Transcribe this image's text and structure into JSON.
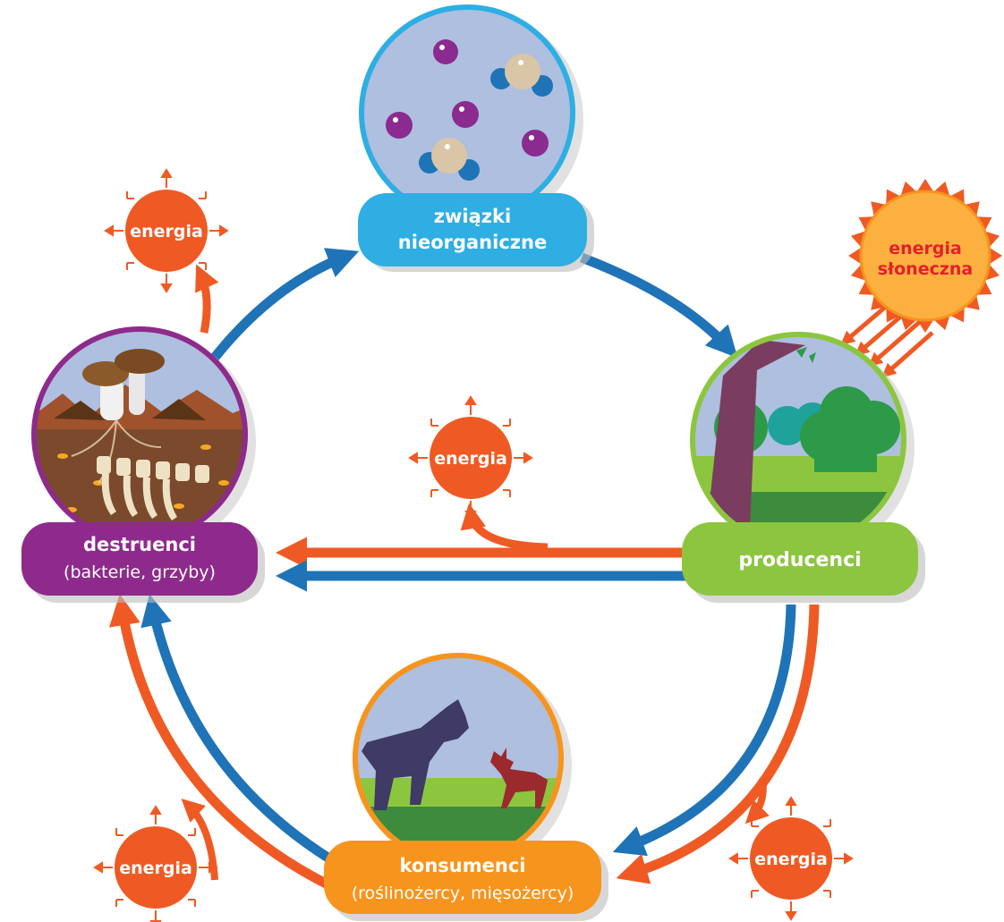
{
  "nodes": {
    "inorganic": {
      "title_line1": "związki",
      "title_line2": "nieorganiczne"
    },
    "producers": {
      "title": "producenci"
    },
    "consumers": {
      "title": "konsumenci",
      "subtitle": "(roślinożercy, mięsożercy)"
    },
    "decomposers": {
      "title": "destruenci",
      "subtitle": "(bakterie, grzyby)"
    }
  },
  "sun": {
    "line1": "energia",
    "line2": "słoneczna"
  },
  "energy_label": "energia",
  "colors": {
    "matter_flow": "#1f73b7",
    "energy_flow": "#ef5a24",
    "inorganic_frame": "#2eaee3",
    "producers_frame": "#8cc63f",
    "consumers_frame": "#f7941d",
    "decomposers_frame": "#8e2a8b",
    "sun_text": "#e4202a"
  }
}
